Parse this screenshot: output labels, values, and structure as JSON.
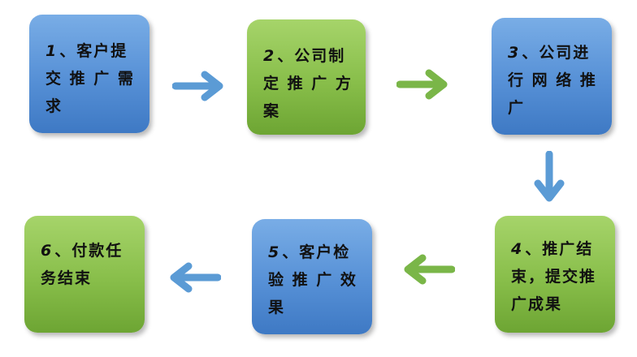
{
  "steps": [
    {
      "num": "1",
      "lines": [
        "、客户提",
        "交 推 广 需",
        "求"
      ],
      "color": "blue"
    },
    {
      "num": "2",
      "lines": [
        "、公司制",
        "定 推 广 方",
        "案"
      ],
      "color": "green"
    },
    {
      "num": "3",
      "lines": [
        "、公司进",
        "行 网 络 推",
        "广"
      ],
      "color": "blue"
    },
    {
      "num": "4",
      "lines": [
        "、推广结",
        "束，提交推",
        "广成果"
      ],
      "color": "green"
    },
    {
      "num": "5",
      "lines": [
        "、客户检",
        "验 推 广 效",
        "果"
      ],
      "color": "blue"
    },
    {
      "num": "6",
      "lines": [
        "、付款任",
        "务结束"
      ],
      "color": "green"
    }
  ],
  "colors": {
    "blue_arrow": "#5b9bd5",
    "green_arrow": "#7ab648"
  }
}
